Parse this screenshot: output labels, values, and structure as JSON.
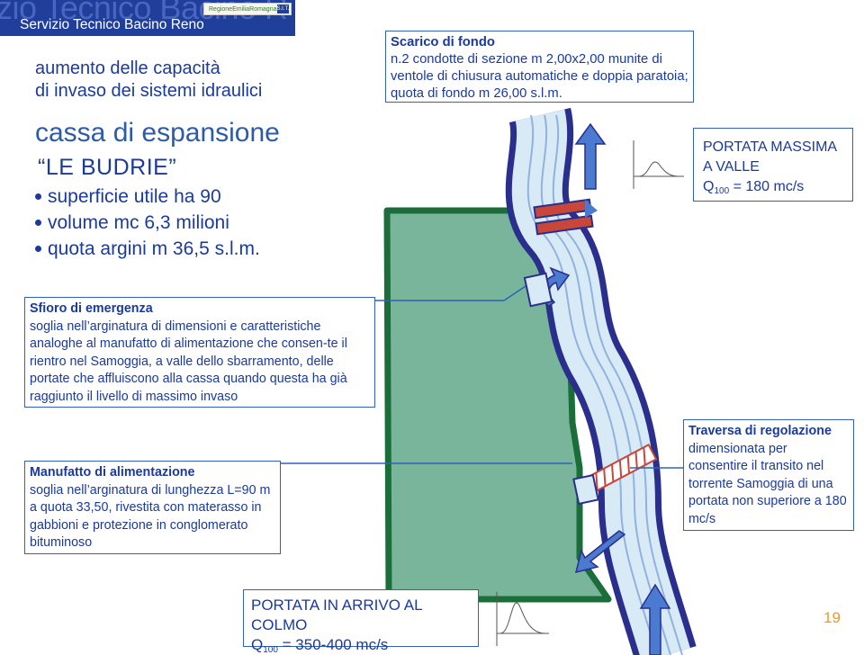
{
  "header": {
    "ghost_text": "zio Tecnico Bacino R",
    "title": "Servizio Tecnico Bacino Reno",
    "logo_text": "RegioneEmiliaRomagna",
    "logo_badge": "S.I.T."
  },
  "intro": {
    "title_line1": "aumento delle capacità",
    "title_line2": "di invaso dei sistemi idraulici",
    "subject": "cassa di espansione",
    "name": "LE BUDRIE",
    "open_quote": "“",
    "close_quote": "”",
    "bullets": [
      {
        "text": "superficie utile ha 90"
      },
      {
        "text": "volume mc 6,3  milioni"
      },
      {
        "text": "quota argini m 36,5 s.l.m."
      }
    ]
  },
  "scarico": {
    "heading": "Scarico di fondo",
    "text": "n.2 condotte di sezione m 2,00x2,00 munite di ventole di chiusura automatiche e doppia paratoia; quota di fondo m 26,00 s.l.m."
  },
  "portata_valle": {
    "line1": "PORTATA MASSIMA",
    "line2": "A VALLE",
    "q": "Q",
    "q_sub": "100",
    "value": " = 180 mc/s"
  },
  "sfioro": {
    "heading": "Sfioro di emergenza",
    "text": "soglia nell’arginatura di dimensioni e caratteristiche analoghe al manufatto di alimentazione che consen-te il rientro nel Samoggia, a valle dello sbarramento, delle portate che affluiscono alla cassa quando questa ha già raggiunto il livello di massimo invaso"
  },
  "manufatto": {
    "heading": "Manufatto di alimentazione",
    "text": "soglia nell’arginatura di lunghezza L=90 m a quota 33,50, rivestita con materasso in gabbioni e protezione in conglomerato bituminoso"
  },
  "traversa": {
    "heading": "Traversa di regolazione",
    "text": "dimensionata per consentire il transito nel torrente Samoggia di una portata non superiore a 180 mc/s"
  },
  "portata_arrivo": {
    "line1": "PORTATA IN ARRIVO AL COLMO",
    "q": "Q",
    "q_sub": "100",
    "value": " = 350-400 mc/s"
  },
  "page_number": "19",
  "colors": {
    "basin_fill": "#78b59b",
    "levee": "#1b6e3a",
    "river_band": "#2a2e8c",
    "river_water": "#d9eaf7",
    "arrow_blue": "#4a7bd0",
    "gate_red": "#c8473a",
    "accent_orange": "#e69a2e"
  }
}
